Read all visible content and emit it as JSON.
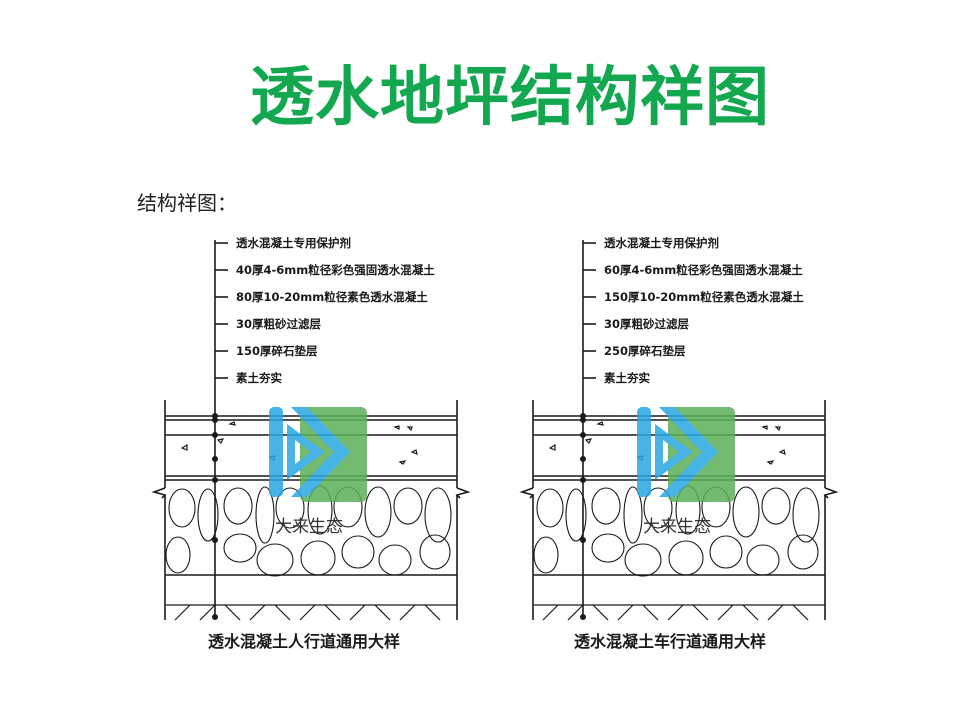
{
  "title": "透水地坪结构祥图",
  "subtitle": "结构祥图：",
  "colors": {
    "title_green": "#13a84f",
    "logo_blue": "#29a6e3",
    "logo_green": "#5cb05a",
    "line": "#1a1a1a"
  },
  "diagrams": [
    {
      "caption": "透水混凝土人行道通用大样",
      "layers": [
        "透水混凝土专用保护剂",
        "40厚4-6mm粒径彩色强固透水混凝土",
        "80厚10-20mm粒径素色透水混凝土",
        "30厚粗砂过滤层",
        "150厚碎石垫层",
        "素土夯实"
      ]
    },
    {
      "caption": "透水混凝土车行道通用大样",
      "layers": [
        "透水混凝土专用保护剂",
        "60厚4-6mm粒径彩色强固透水混凝土",
        "150厚10-20mm粒径素色透水混凝土",
        "30厚粗砂过滤层",
        "250厚碎石垫层",
        "素土夯实"
      ]
    }
  ],
  "watermark": {
    "text": "大来生态",
    "icon": "play-chevron-logo-icon"
  }
}
